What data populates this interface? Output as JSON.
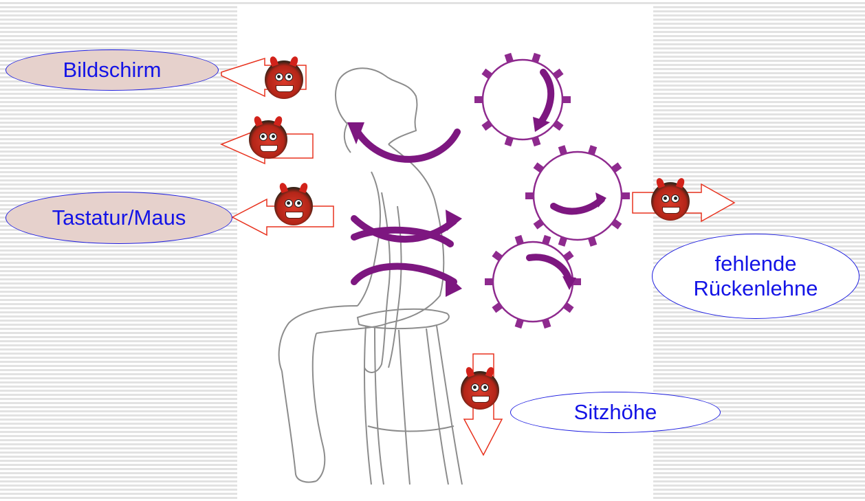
{
  "labels": {
    "bildschirm": "Bildschirm",
    "tastatur": "Tastatur/Maus",
    "sitzhoehe": "Sitzhöhe",
    "rueckenlehne_line1": "fehlende",
    "rueckenlehne_line2": "Rückenlehne"
  },
  "icons": {
    "devil": "devil-face-icon",
    "arrow": "outline-arrow-icon",
    "gear": "gear-icon"
  },
  "colors": {
    "label_text": "#1414e6",
    "label_border": "#1b1be0",
    "label_fill": "#e6d1cc",
    "arrow_outline": "#e8321e",
    "rotation_purple": "#7d1780",
    "figure_outline": "#8c8c8c"
  }
}
